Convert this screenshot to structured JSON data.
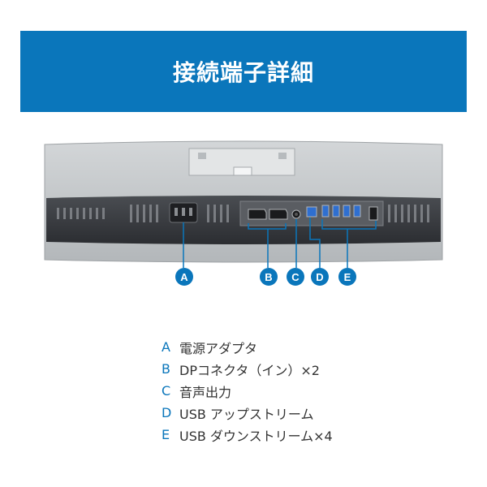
{
  "header": {
    "title": "接続端子詳細"
  },
  "colors": {
    "accent": "#0a76bb",
    "panel": "#c7cacc",
    "port_strip": "#3c3f44"
  },
  "markers": [
    {
      "letter": "A",
      "icon": "power-port-icon"
    },
    {
      "letter": "B",
      "icon": "displayport-icon"
    },
    {
      "letter": "C",
      "icon": "audio-jack-icon"
    },
    {
      "letter": "D",
      "icon": "usb-upstream-icon"
    },
    {
      "letter": "E",
      "icon": "usb-downstream-icon"
    }
  ],
  "legend": [
    {
      "letter": "A",
      "text": "電源アダプタ"
    },
    {
      "letter": "B",
      "text": "DPコネクタ（イン）×2"
    },
    {
      "letter": "C",
      "text": "音声出力"
    },
    {
      "letter": "D",
      "text": "USB アップストリーム"
    },
    {
      "letter": "E",
      "text": "USB ダウンストリーム×4"
    }
  ]
}
